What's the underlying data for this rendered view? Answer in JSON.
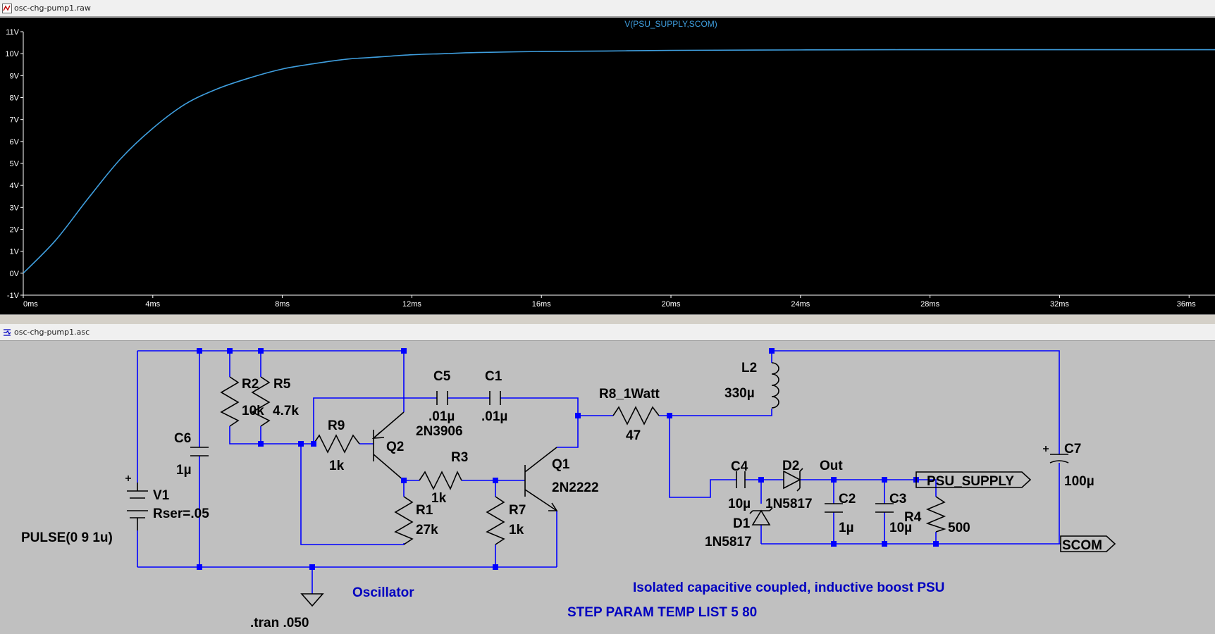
{
  "waveform_window": {
    "title": "osc-chg-pump1.raw",
    "trace_label": "V(PSU_SUPPLY,SCOM)",
    "trace_color": "#3f9fdf"
  },
  "chart_data": {
    "type": "line",
    "title": "V(PSU_SUPPLY,SCOM)",
    "xlabel": "",
    "ylabel": "",
    "x_unit": "ms",
    "y_unit": "V",
    "xlim": [
      0,
      36.8
    ],
    "ylim": [
      -1,
      11
    ],
    "x_ticks": [
      "0ms",
      "4ms",
      "8ms",
      "12ms",
      "16ms",
      "20ms",
      "24ms",
      "28ms",
      "32ms",
      "36ms"
    ],
    "y_ticks": [
      "11V",
      "10V",
      "9V",
      "8V",
      "7V",
      "6V",
      "5V",
      "4V",
      "3V",
      "2V",
      "1V",
      "0V",
      "-1V"
    ],
    "grid": false,
    "series": [
      {
        "name": "V(PSU_SUPPLY,SCOM)",
        "x": [
          0,
          1,
          2,
          3,
          4,
          5,
          6,
          7,
          8,
          9,
          10,
          11,
          12,
          13,
          14,
          16,
          18,
          20,
          24,
          28,
          32,
          36.8
        ],
        "values": [
          0,
          1.5,
          3.4,
          5.2,
          6.6,
          7.7,
          8.4,
          8.9,
          9.3,
          9.55,
          9.75,
          9.85,
          9.95,
          10.0,
          10.05,
          10.1,
          10.12,
          10.15,
          10.17,
          10.18,
          10.18,
          10.18
        ]
      }
    ]
  },
  "schematic_window": {
    "title": "osc-chg-pump1.asc",
    "components": {
      "r2_name": "R2",
      "r2_value": "10k",
      "r5_name": "R5",
      "r5_value": "4.7k",
      "c6_name": "C6",
      "c6_value": "1µ",
      "v1_name": "V1",
      "v1_param": "Rser=.05",
      "v1_value": "PULSE(0 9 1u)",
      "r9_name": "R9",
      "r9_value": "1k",
      "q2_name": "Q2",
      "q2_model": "2N3906",
      "c5_name": "C5",
      "c5_value": ".01µ",
      "c1_name": "C1",
      "c1_value": ".01µ",
      "r3_name": "R3",
      "r3_value": "1k",
      "r1_name": "R1",
      "r1_value": "27k",
      "r7_name": "R7",
      "r7_value": "1k",
      "q1_name": "Q1",
      "q1_model": "2N2222",
      "r8_name": "R8_1Watt",
      "r8_value": "47",
      "l2_name": "L2",
      "l2_value": "330µ",
      "c4_name": "C4",
      "c4_value": "10µ",
      "d2_name": "D2",
      "d2_model": "1N5817",
      "d1_name": "D1",
      "d1_model": "1N5817",
      "c2_name": "C2",
      "c2_value": "1µ",
      "c3_name": "C3",
      "c3_value": "10µ",
      "r4_name": "R4",
      "r4_value": "500",
      "c7_name": "C7",
      "c7_value": "100µ"
    },
    "net_labels": {
      "out": "Out",
      "psu_supply": "PSU_SUPPLY",
      "scom": "SCOM"
    },
    "annotations": {
      "oscillator": "Oscillator",
      "description": "Isolated capacitive coupled, inductive boost PSU",
      "step": "STEP PARAM TEMP LIST 5 80",
      "tran": ".tran .050"
    },
    "colors": {
      "wire": "#0000ff",
      "text": "#000000",
      "comment": "#0000c0",
      "node": "#0000ff"
    }
  }
}
